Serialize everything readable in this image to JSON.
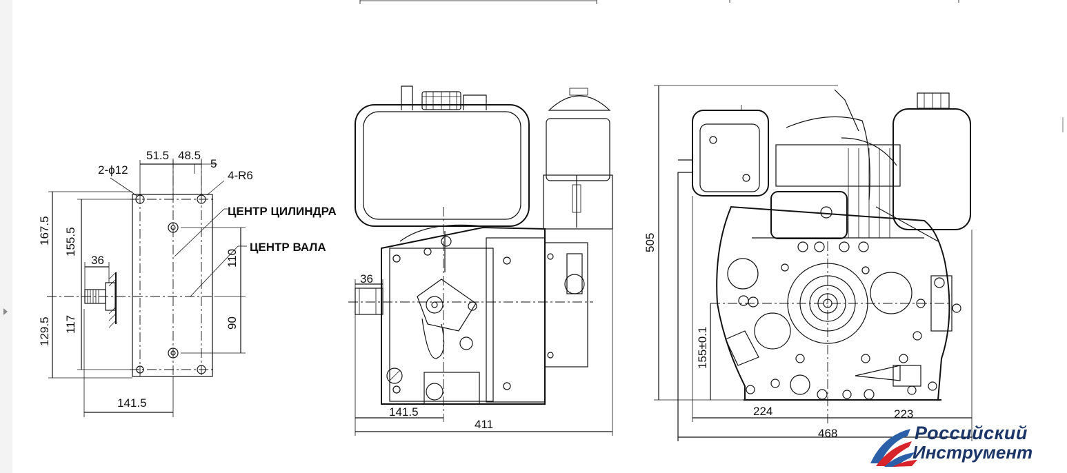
{
  "labels": {
    "cylinder_center": "ЦЕНТР ЦИЛИНДРА",
    "shaft_center": "ЦЕНТР ВАЛА"
  },
  "side_view": {
    "hole_spec": "2-ϕ12",
    "radius_spec": "4-R6",
    "dim_51_5": "51.5",
    "dim_48_5": "48.5",
    "dim_5": "5",
    "dim_167_5": "167.5",
    "dim_155_5": "155.5",
    "dim_129_5": "129.5",
    "dim_117": "117",
    "dim_36": "36",
    "dim_110": "110",
    "dim_90": "90",
    "dim_141_5": "141.5"
  },
  "front_view": {
    "dim_36": "36",
    "dim_141_5": "141.5",
    "dim_411": "411"
  },
  "rear_view": {
    "dim_505": "505",
    "dim_155": "155±0.1",
    "dim_224": "224",
    "dim_223": "223",
    "dim_468": "468"
  },
  "logo": {
    "line1": "Российский",
    "line2": "Инструмент",
    "colors": {
      "blue": "#2b5fa8",
      "red": "#d8252b",
      "text": "#1a3566"
    }
  }
}
